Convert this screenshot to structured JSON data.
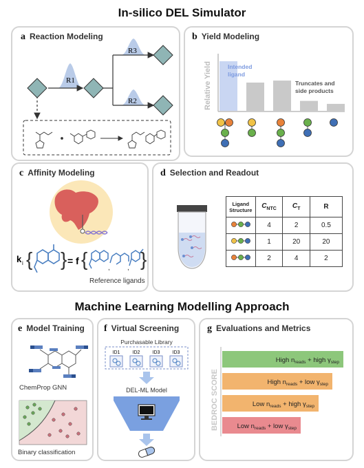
{
  "titles": {
    "top": "In-silico DEL Simulator",
    "bottom": "Machine Learning Modelling Approach"
  },
  "panel_a": {
    "letter": "a",
    "title": "Reaction Modeling",
    "labels": [
      "R1",
      "R2",
      "R3"
    ]
  },
  "panel_b": {
    "letter": "b",
    "title": "Yield Modeling",
    "ylabel": "Relative Yield",
    "intended": "Intended ligand",
    "intended_line1": "Intended",
    "intended_line2": "ligand",
    "truncates": "Truncates and side products",
    "truncates_line1": "Truncates and",
    "truncates_line2": "side products",
    "chart_data": {
      "type": "bar",
      "categories": [
        "",
        "",
        "",
        "",
        ""
      ],
      "values": [
        1.0,
        0.57,
        0.61,
        0.2,
        0.14
      ],
      "colors": [
        "#c9d6f2",
        "#c9c9c9",
        "#c9c9c9",
        "#c9c9c9",
        "#c9c9c9"
      ]
    }
  },
  "panel_c": {
    "letter": "c",
    "title": "Affinity Modeling",
    "k_symbol": "k",
    "k_sub": "i",
    "f_symbol": "f",
    "reference": "Reference ligands"
  },
  "panel_d": {
    "letter": "d",
    "title": "Selection and Readout",
    "table": {
      "headers": [
        "Ligand Structure",
        "C",
        "C",
        "R"
      ],
      "header_subs": [
        "",
        "NTC",
        "T",
        ""
      ],
      "rows": [
        [
          "4",
          "2",
          "0.5"
        ],
        [
          "1",
          "20",
          "20"
        ],
        [
          "2",
          "4",
          "2"
        ]
      ]
    }
  },
  "panel_e": {
    "letter": "e",
    "title": "Model Training",
    "gnn_label": "ChemProp GNN",
    "cls_label": "Binary classification"
  },
  "panel_f": {
    "letter": "f",
    "title": "Virtual Screening",
    "library": "Purchasable Library",
    "ids": [
      "ID1",
      "ID2",
      "ID3",
      "ID3"
    ],
    "model": "DEL-ML Model"
  },
  "panel_g": {
    "letter": "g",
    "title": "Evaluations and Metrics",
    "axis_label": "BEDROC SCORE",
    "bars": [
      {
        "a": "High n",
        "b": "reads",
        "c": " + high γ",
        "d": "step",
        "color": "#8dc77b"
      },
      {
        "a": "High n",
        "b": "reads",
        "c": " + low γ",
        "d": "step",
        "color": "#f2b46e"
      },
      {
        "a": "Low n",
        "b": "reads",
        "c": " + high γ",
        "d": "step",
        "color": "#f2b46e"
      },
      {
        "a": "Low n",
        "b": "reads",
        "c": " + low γ",
        "d": "step",
        "color": "#e98a8f"
      }
    ]
  }
}
